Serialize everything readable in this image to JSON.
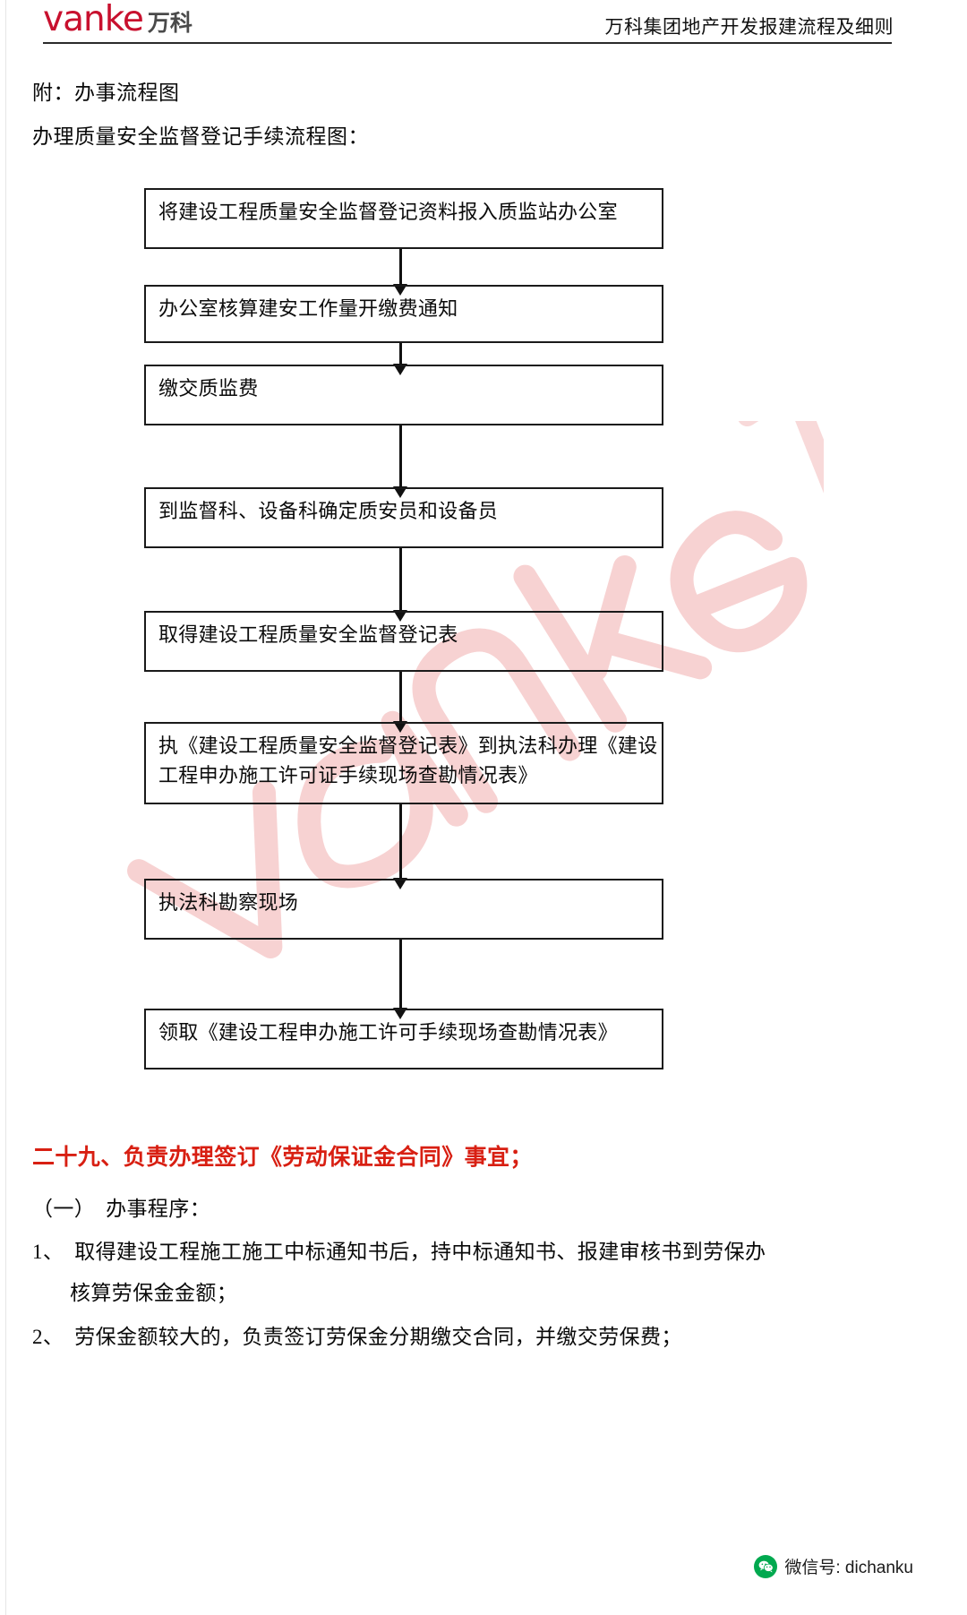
{
  "header": {
    "logo_word": "vanke",
    "logo_cn": "万科",
    "logo_color": "#c8102e",
    "title": "万科集团地产开发报建流程及细则"
  },
  "intro": {
    "line1": "附：办事流程图",
    "line2": "办理质量安全监督登记手续流程图："
  },
  "flowchart": {
    "type": "flowchart",
    "orientation": "top-to-bottom",
    "nodes": [
      {
        "id": 1,
        "lines": [
          "将建设工程质量安全监督登记资料报入质监站办公室"
        ]
      },
      {
        "id": 2,
        "lines": [
          "办公室核算建安工作量开缴费通知"
        ]
      },
      {
        "id": 3,
        "lines": [
          "缴交质监费"
        ]
      },
      {
        "id": 4,
        "lines": [
          "到监督科、设备科确定质安员和设备员"
        ]
      },
      {
        "id": 5,
        "lines": [
          "取得建设工程质量安全监督登记表"
        ]
      },
      {
        "id": 6,
        "lines": [
          "执《建设工程质量安全监督登记表》到执法科办理《建设",
          "工程申办施工许可证手续现场查勘情况表》"
        ]
      },
      {
        "id": 7,
        "lines": [
          "执法科勘察现场"
        ]
      },
      {
        "id": 8,
        "lines": [
          "领取《建设工程申办施工许可手续现场查勘情况表》"
        ]
      }
    ]
  },
  "section": {
    "heading": "二十九、负责办理签订《劳动保证金合同》事宜；",
    "sub": "（一）　办事程序：",
    "item1_line1": "1、　取得建设工程施工施工中标通知书后，持中标通知书、报建审核书到劳保办",
    "item1_line2": "核算劳保金金额；",
    "item2": "2、　劳保金额较大的，负责签订劳保金分期缴交合同，并缴交劳保费；"
  },
  "footer": {
    "icon": "wechat-icon",
    "text": "微信号: dichanku"
  },
  "watermark": {
    "text": "vanke万科",
    "color": "#f6d4d4"
  }
}
